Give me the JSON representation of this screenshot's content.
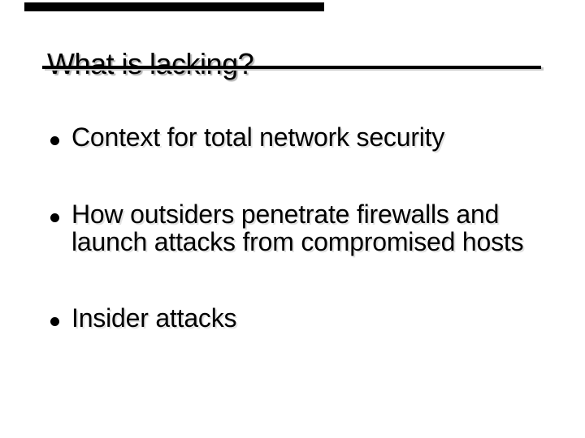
{
  "slide": {
    "title": "What is lacking?",
    "bullets": [
      {
        "text": "Context for total network security"
      },
      {
        "text": "How outsiders penetrate firewalls and launch attacks from compromised hosts"
      },
      {
        "text": "Insider attacks"
      }
    ],
    "colors": {
      "background": "#ffffff",
      "text": "#000000",
      "title_shadow": "#b5b5b5",
      "rule": "#000000",
      "artifact_bar": "#000000"
    }
  }
}
